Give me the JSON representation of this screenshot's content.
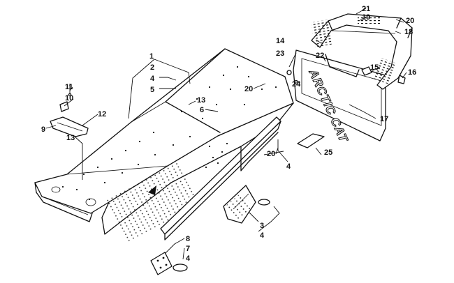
{
  "diagram": {
    "callouts": {
      "c1": "1",
      "c2": "2",
      "c3": "3",
      "c4a": "4",
      "c4b": "4",
      "c4c": "4",
      "c4d": "4",
      "c5": "5",
      "c6": "6",
      "c7": "7",
      "c8": "8",
      "c9": "9",
      "c10": "10",
      "c11": "11",
      "c12": "12",
      "c13a": "13",
      "c13b": "13",
      "c14": "14",
      "c15": "15",
      "c16": "16",
      "c17": "17",
      "c18": "18",
      "c19": "19",
      "c20a": "20",
      "c20b": "20",
      "c20c": "20",
      "c21": "21",
      "c22": "22",
      "c23": "23",
      "c24": "24",
      "c25": "25"
    },
    "brand_text": "ARCTIC CAT"
  }
}
